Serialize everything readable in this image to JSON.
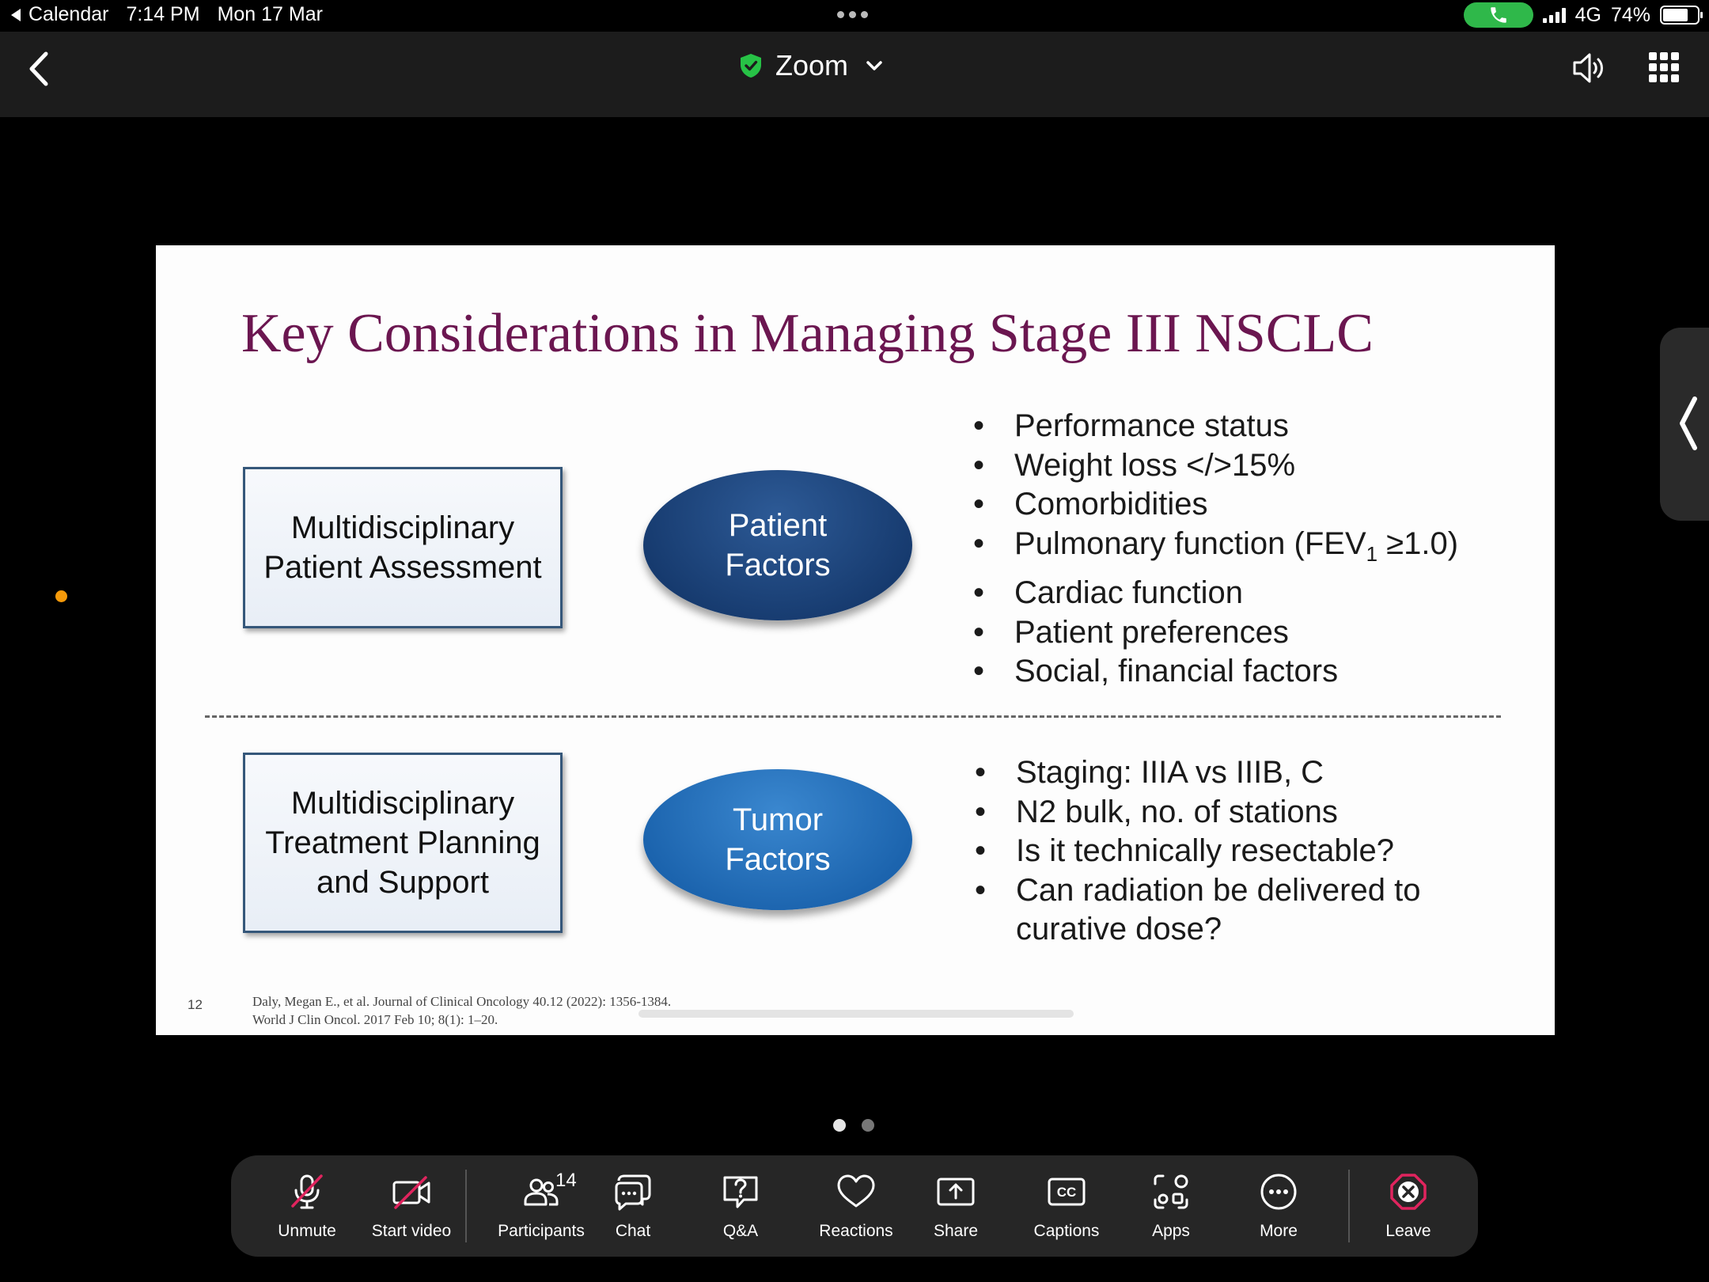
{
  "status_bar": {
    "back_app": "Calendar",
    "time": "7:14 PM",
    "date": "Mon 17 Mar",
    "network": "4G",
    "battery": "74%",
    "battery_level": 0.74,
    "call_color": "#2fb84a"
  },
  "header": {
    "title": "Zoom",
    "shield_color": "#27c246"
  },
  "slide": {
    "title": "Key Considerations in Managing Stage III NSCLC",
    "box1": {
      "line1": "Multidisciplinary",
      "line2": "Patient Assessment"
    },
    "box2": {
      "line1": "Multidisciplinary",
      "line2": "Treatment Planning",
      "line3": "and Support"
    },
    "oval1": {
      "line1": "Patient",
      "line2": "Factors",
      "color": "#163a6e"
    },
    "oval2": {
      "line1": "Tumor",
      "line2": "Factors",
      "color": "#1b63ad"
    },
    "patient_factors": {
      "b0": "Performance status",
      "b1": "Weight loss </>15%",
      "b2": "Comorbidities",
      "b3_pre": "Pulmonary function (FEV",
      "b3_sub": "1",
      "b3_post": " ≥1.0)",
      "b4": "Cardiac function",
      "b5": "Patient preferences",
      "b6": "Social, financial factors"
    },
    "tumor_factors": {
      "b0": "Staging: IIIA vs IIIB, C",
      "b1": "N2 bulk, no. of stations",
      "b2": "Is it technically resectable?",
      "b3_line1": "Can radiation be delivered to",
      "b3_line2": "curative dose?"
    },
    "slide_number": "12",
    "ref1": "Daly, Megan E., et al. Journal of Clinical Oncology 40.12 (2022): 1356-1384.",
    "ref2": "World J Clin Oncol. 2017 Feb 10; 8(1): 1–20.",
    "title_color": "#6b1650"
  },
  "toolbar": {
    "unmute": "Unmute",
    "start_video": "Start video",
    "participants": "Participants",
    "participants_count": "14",
    "chat": "Chat",
    "qa": "Q&A",
    "reactions": "Reactions",
    "share": "Share",
    "captions": "Captions",
    "apps": "Apps",
    "more": "More",
    "leave": "Leave",
    "leave_color": "#e0245e"
  }
}
